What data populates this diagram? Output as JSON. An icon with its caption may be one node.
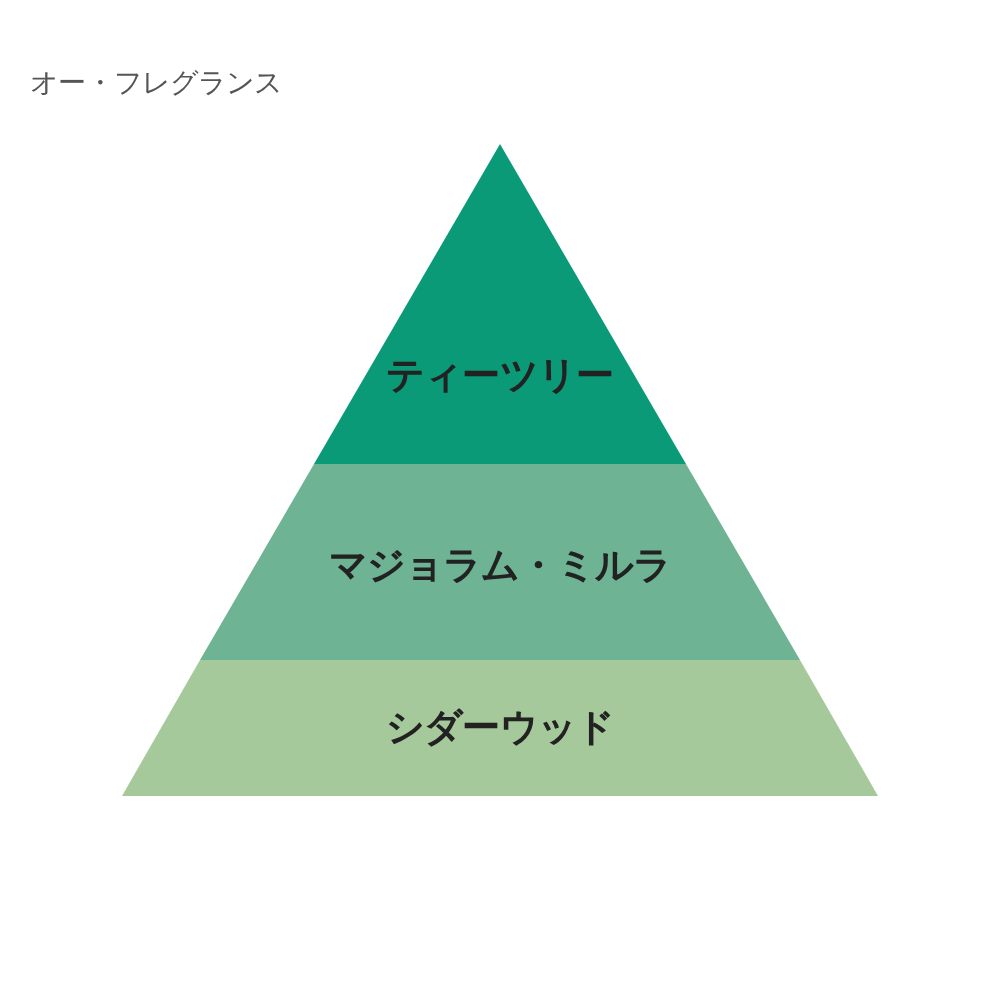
{
  "diagram": {
    "title": "オー・フレグランス",
    "nodes": [
      {
        "text": [
          "ティーツリー"
        ]
      },
      {
        "text": [
          "マジョラム・ミルラ"
        ]
      },
      {
        "text": [
          "シダーウッド"
        ]
      }
    ]
  }
}
